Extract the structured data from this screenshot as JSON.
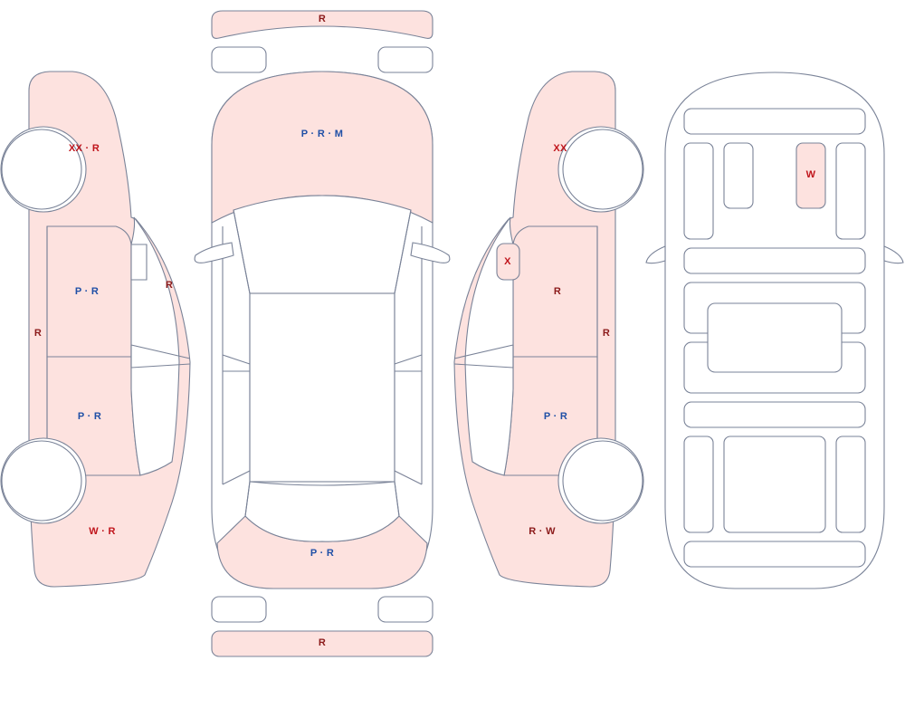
{
  "colors": {
    "damaged_fill": "#fde2df",
    "outline": "#7a8398",
    "code_red": "#c0141b",
    "code_dark_red": "#8b1a1a",
    "code_blue": "#1f4fa6"
  },
  "views": {
    "top": {
      "front_bumper": "R",
      "hood": "P · R · M",
      "trunk_lid": "P · R",
      "rear_bumper": "R"
    },
    "left": {
      "front_fender": "XX · R",
      "front_door": "P · R",
      "rear_door": "P · R",
      "rocker_panel": "R",
      "a_pillar": "R",
      "rear_quarter": "W · R"
    },
    "right": {
      "front_fender": "XX",
      "mirror": "X",
      "front_door": "R",
      "rocker_panel": "R",
      "rear_door": "P · R",
      "rear_quarter": "R · W"
    },
    "interior": {
      "front_right_panel": "W"
    }
  }
}
